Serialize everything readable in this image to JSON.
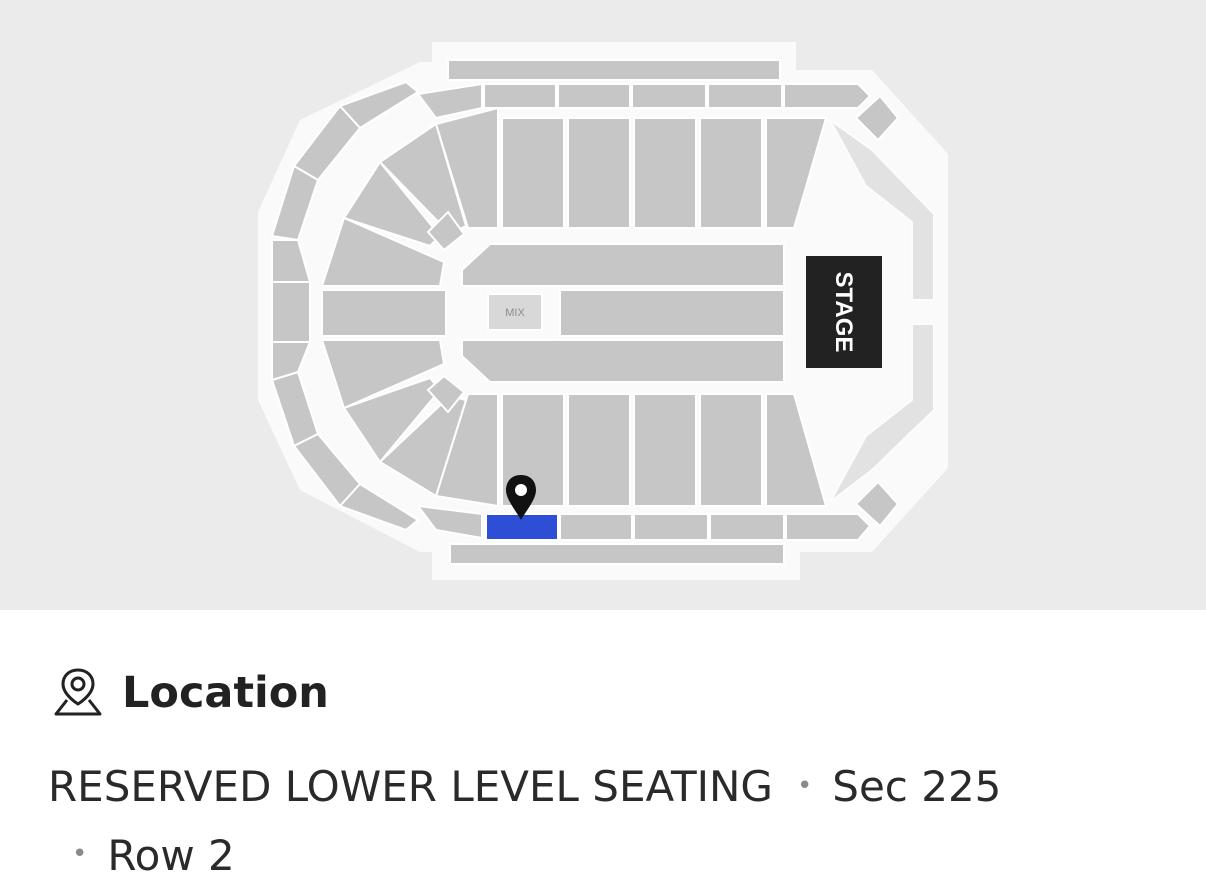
{
  "seat_map": {
    "stage_label": "STAGE",
    "mix_label": "MIX",
    "selected_section_color": "#2d4fd6",
    "section_color": "#c6c6c6"
  },
  "location": {
    "icon": "map-pin-icon",
    "title": "Location",
    "seating_type": "RESERVED LOWER LEVEL SEATING",
    "section": "Sec 225",
    "row": "Row 2",
    "separator": "•"
  }
}
